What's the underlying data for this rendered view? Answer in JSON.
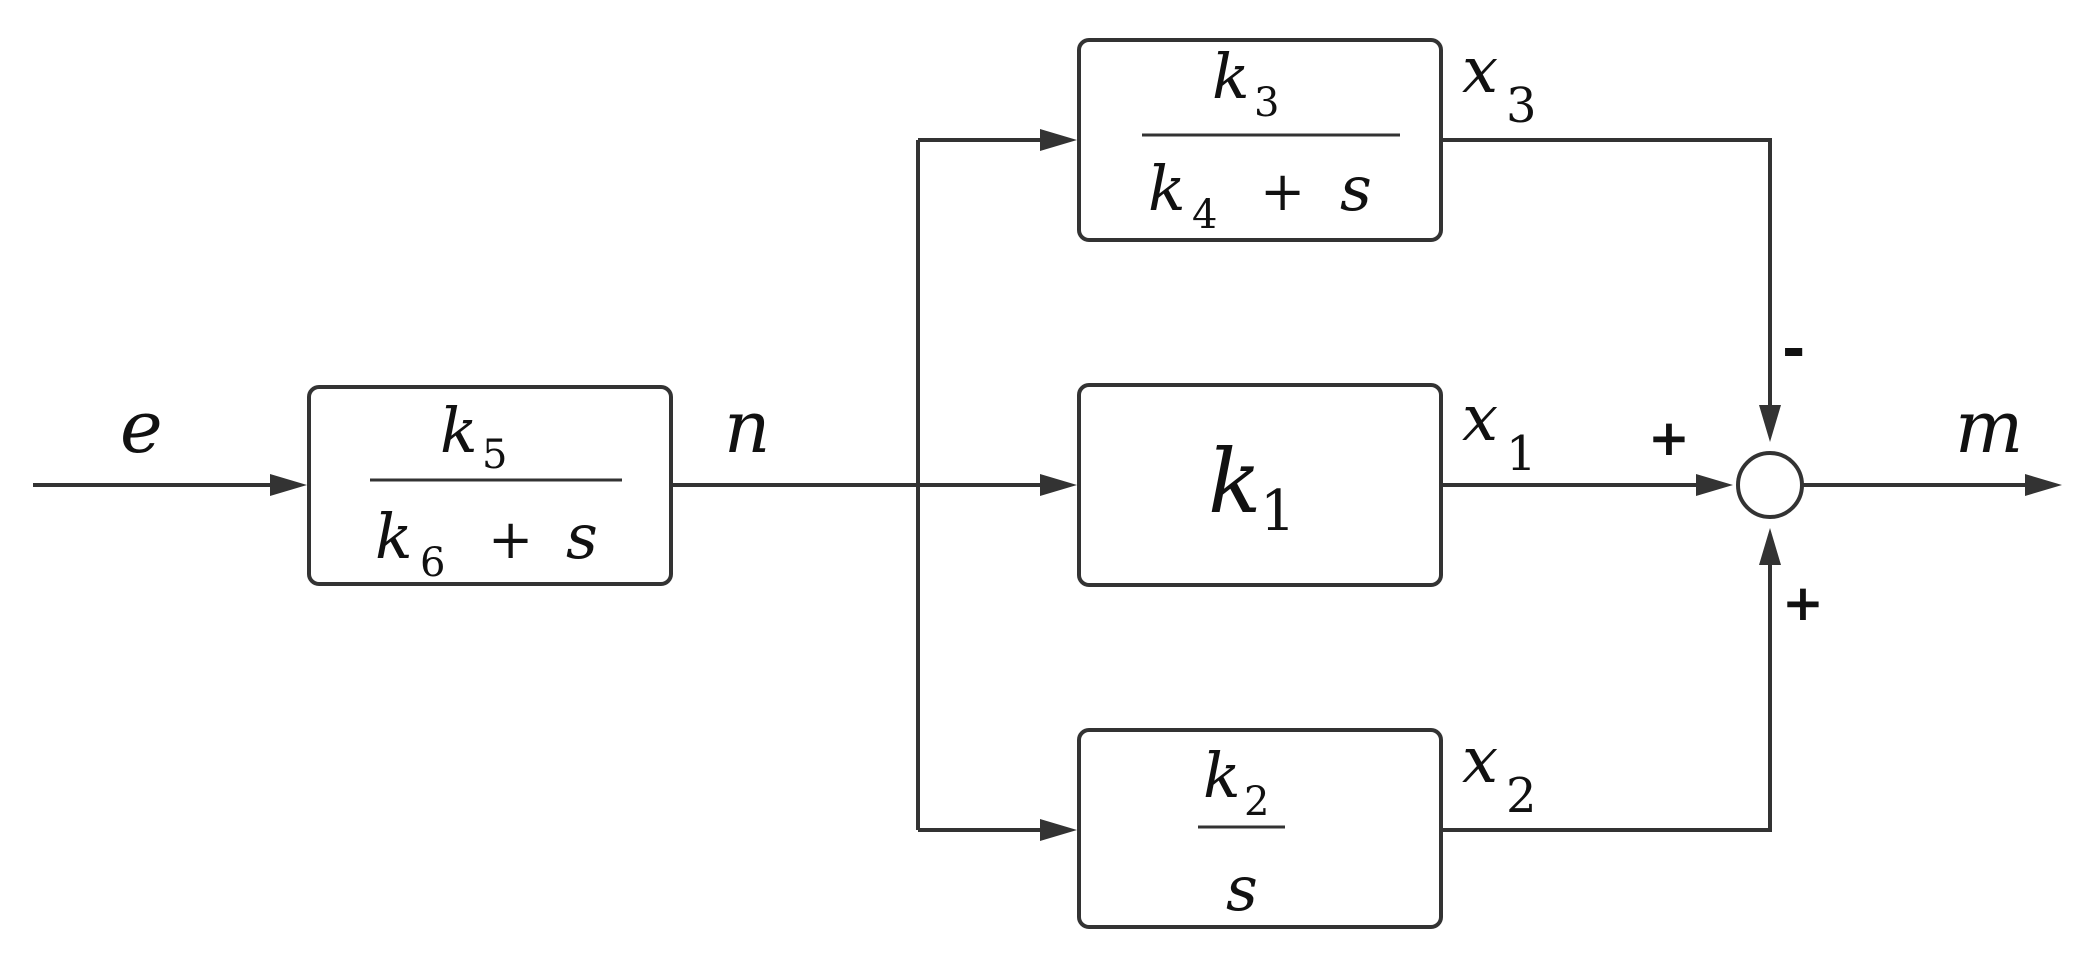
{
  "signals": {
    "input": "e",
    "intermediate": "n",
    "output": "m",
    "x3": {
      "var": "x",
      "sub": "3"
    },
    "x1": {
      "var": "x",
      "sub": "1"
    },
    "x2": {
      "var": "x",
      "sub": "2"
    }
  },
  "blocks": {
    "prefilter": {
      "num_var": "k",
      "num_sub": "5",
      "den_var": "k",
      "den_sub": "6",
      "den_op": "+",
      "den_s": "s"
    },
    "top": {
      "num_var": "k",
      "num_sub": "3",
      "den_var": "k",
      "den_sub": "4",
      "den_op": "+",
      "den_s": "s"
    },
    "middle": {
      "var": "k",
      "sub": "1"
    },
    "bottom": {
      "num_var": "k",
      "num_sub": "2",
      "den_s": "s"
    }
  },
  "summing_junction": {
    "sign_top": "-",
    "sign_left": "+",
    "sign_bottom": "+"
  },
  "colors": {
    "line": "#333333",
    "text": "#111111",
    "background": "#ffffff"
  }
}
